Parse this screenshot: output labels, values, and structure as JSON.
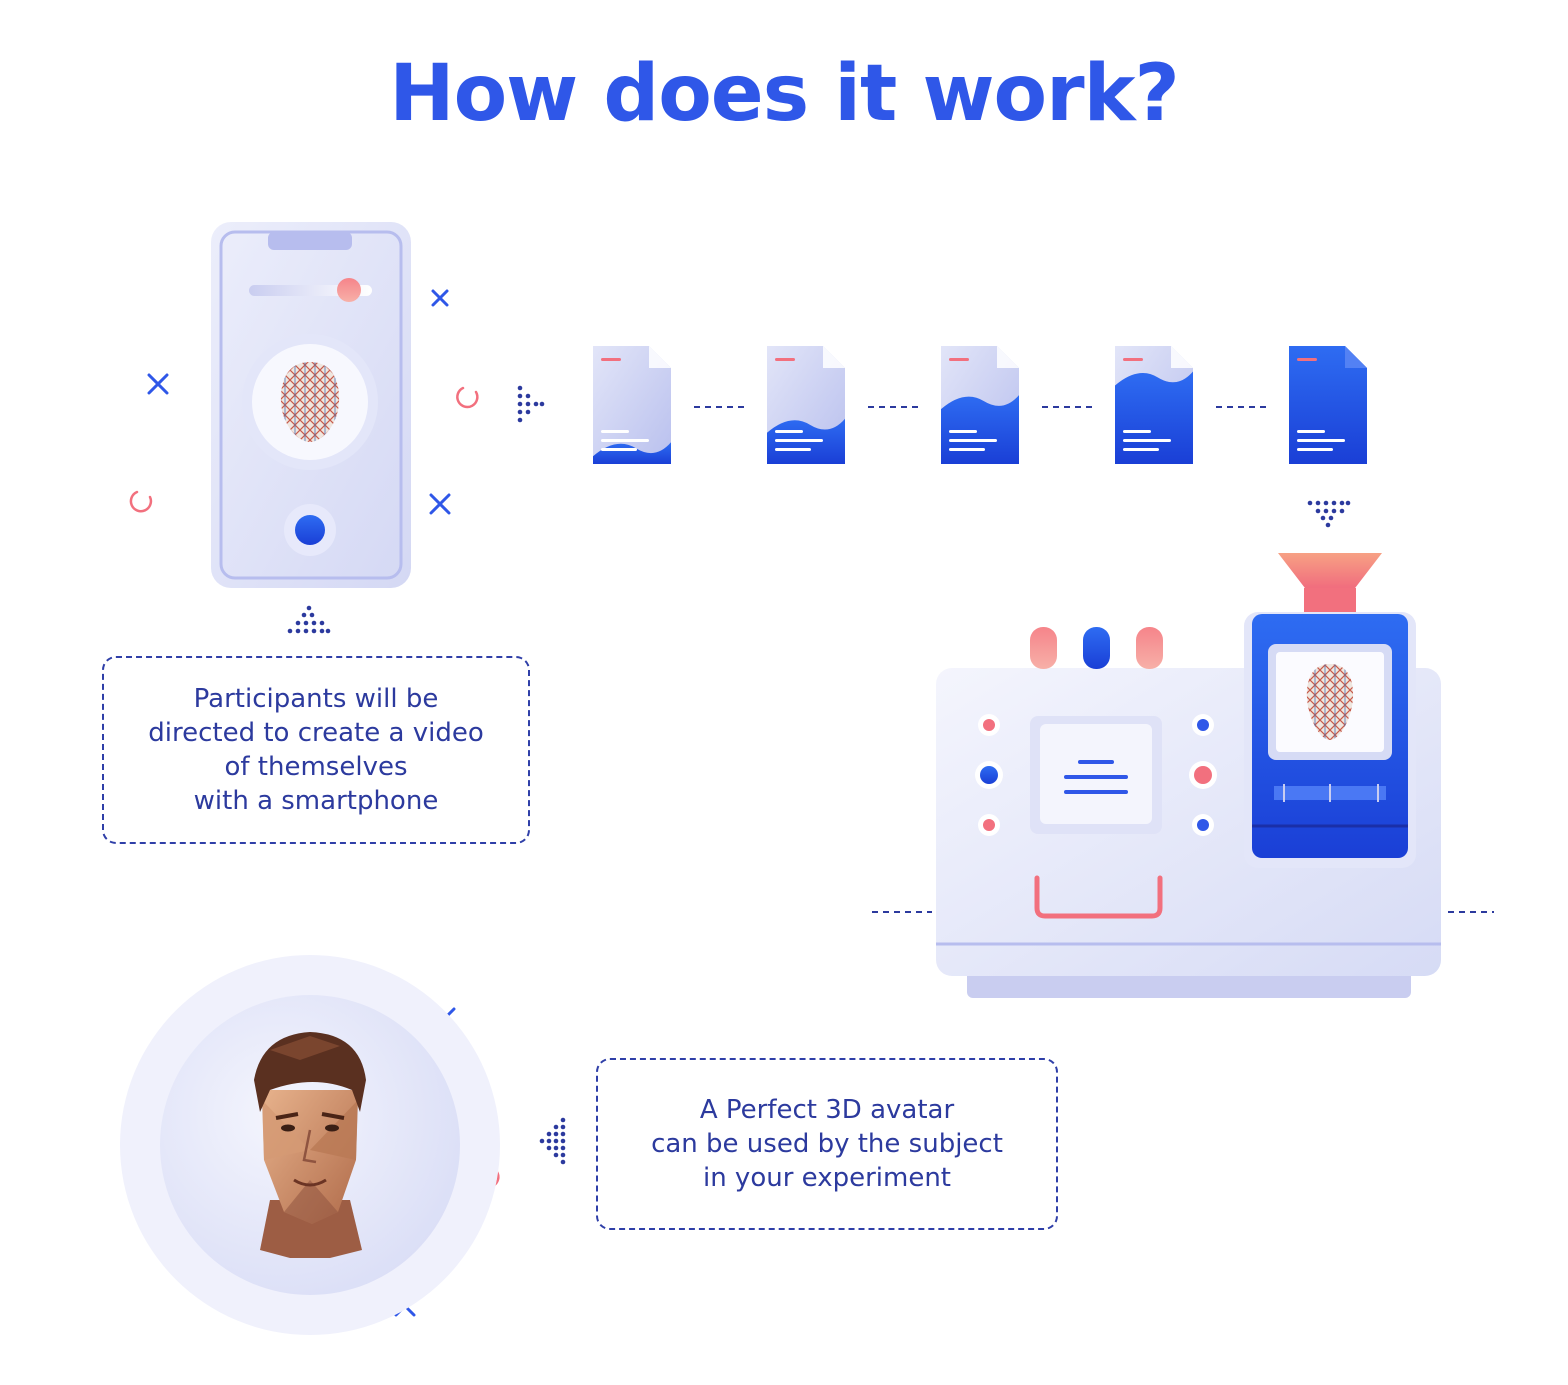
{
  "title": "How does it work?",
  "steps": [
    {
      "id": "capture",
      "illustration": "smartphone-with-face-scan",
      "caption_lines": [
        "Participants will be",
        "directed to create a video",
        "of themselves",
        "with a smartphone"
      ]
    },
    {
      "id": "processing",
      "illustration": "file-upload-progress-and-processing-machine",
      "file_fill_levels": [
        0.15,
        0.35,
        0.55,
        0.75,
        1.0
      ]
    },
    {
      "id": "result",
      "illustration": "low-poly-3d-avatar-portrait",
      "caption_lines": [
        "A Perfect 3D avatar",
        "can be used by the subject",
        "in your experiment"
      ]
    }
  ],
  "colors": {
    "accent": "#2f57e8",
    "caption_text": "#2c3a9e",
    "coral": "#f2707e",
    "lavender": "#dfe2f7",
    "deep_blue": "#1d4fe0"
  },
  "icons": [
    "x-mark-icon",
    "loading-arc-icon",
    "dotted-arrow-icon"
  ]
}
